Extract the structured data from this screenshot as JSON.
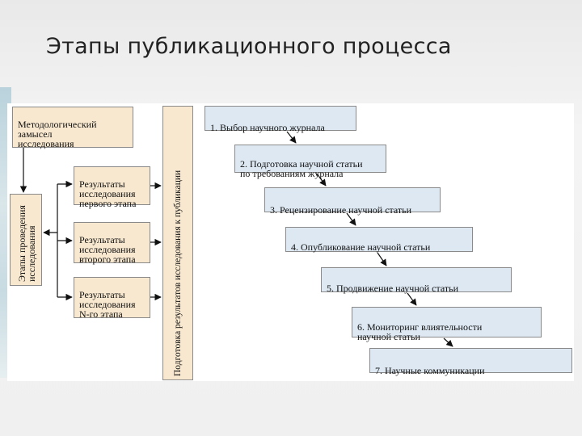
{
  "slide": {
    "title": "Этапы публикационного процесса"
  },
  "left_block": {
    "concept": "Методологический\nзамысел\nисследования",
    "stages_label": "Этапы проведения\nисследования",
    "results": [
      "Результаты\nисследования\nпервого этапа",
      "Результаты\nисследования\nвторого этапа",
      "Результаты\nисследования\nN-го этапа"
    ],
    "prep_label": "Подготовка результатов исследования к публикации"
  },
  "steps": [
    "1. Выбор научного журнала",
    "2. Подготовка научной статьи\nпо требованиям журнала",
    "3. Рецензирование научной статьи",
    "4. Опубликование научной статьи",
    "5. Продвижение научной статьи",
    "6. Мониторинг влиятельности\nнаучной статьи",
    "7. Научные коммуникации"
  ],
  "colors": {
    "concept_fill": "#f8e8cf",
    "step_fill": "#dde8f2",
    "border": "#8a8a8a",
    "arrow": "#111111"
  }
}
